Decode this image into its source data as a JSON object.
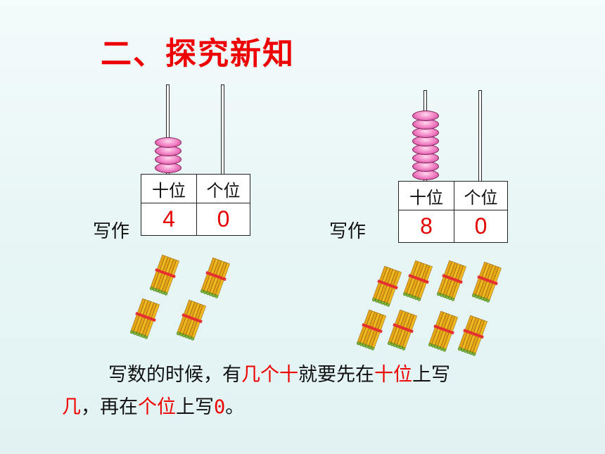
{
  "title": "二、探究新知",
  "left": {
    "write_label": "写作",
    "tens_header": "十位",
    "ones_header": "个位",
    "tens_value": "4",
    "ones_value": "0",
    "bead_count": 4,
    "bundle_count": 4
  },
  "right": {
    "write_label": "写作",
    "tens_header": "十位",
    "ones_header": "个位",
    "tens_value": "8",
    "ones_value": "0",
    "bead_count": 8,
    "bundle_count": 8
  },
  "caption": {
    "p1": "写数的时候，有",
    "p2": "几个",
    "p3": "十",
    "p4": "就要先在",
    "p5": "十位",
    "p6": "上写",
    "p7": "几",
    "p8": "，再在",
    "p9": "个位",
    "p10": "上写",
    "p11": "0",
    "p12": "。"
  },
  "colors": {
    "accent": "#ee0000",
    "bead": "#f07cc2",
    "stick": "#f2b820",
    "tie": "#e53030"
  }
}
